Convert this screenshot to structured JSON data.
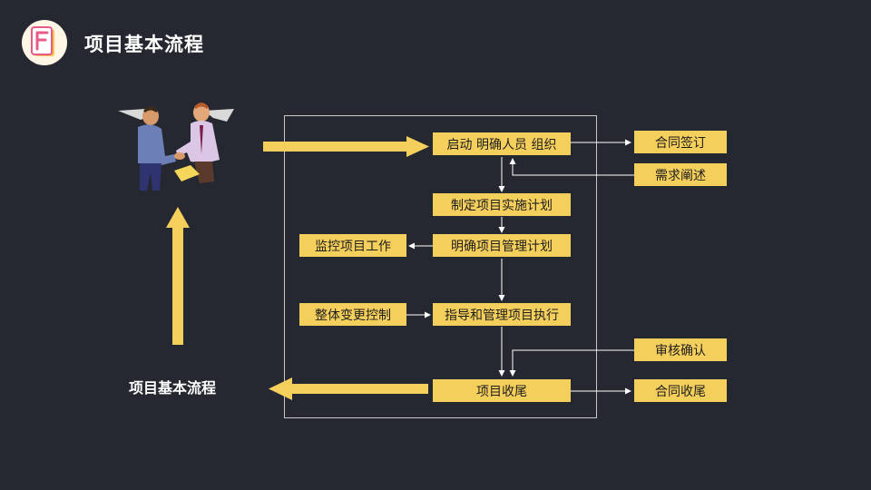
{
  "header": {
    "title": "项目基本流程"
  },
  "side_label": "项目基本流程",
  "boxes": {
    "start": "启动  明确人员 组织",
    "plan_impl": "制定项目实施计划",
    "plan_mgmt": "明确项目管理计划",
    "monitor": "监控项目工作",
    "execute": "指导和管理项目执行",
    "change": "整体变更控制",
    "close": "项目收尾",
    "contract_sign": "合同签订",
    "req_desc": "需求阐述",
    "audit": "审核确认",
    "contract_close": "合同收尾"
  },
  "colors": {
    "background": "#252830",
    "box": "#f5cf5c",
    "arrow_big": "#f5cf5c",
    "line": "#ffffff"
  }
}
